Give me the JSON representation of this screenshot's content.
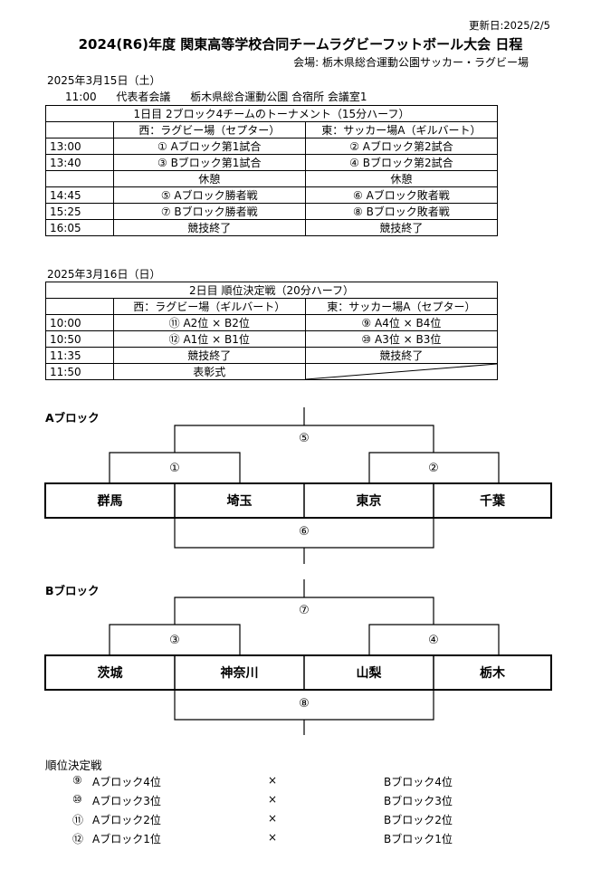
{
  "header": {
    "updated": "更新日:2025/2/5",
    "title": "2024(R6)年度 関東高等学校合同チームラグビーフットボール大会 日程",
    "venue": "会場: 栃木県総合運動公園サッカー・ラグビー場"
  },
  "day1": {
    "date": "2025年3月15日（土）",
    "meeting": {
      "time": "11:00",
      "name": "代表者会議",
      "place": "栃木県総合運動公園 合宿所 会議室1"
    },
    "caption": "1日目 2ブロック4チームのトーナメント（15分ハーフ）",
    "west": "西：ラグビー場（セプター）",
    "east": "東：サッカー場A（ギルバート）",
    "rows": [
      {
        "time": "13:00",
        "west": "① Aブロック第1試合",
        "east": "② Aブロック第2試合"
      },
      {
        "time": "13:40",
        "west": "③ Bブロック第1試合",
        "east": "④ Bブロック第2試合"
      },
      {
        "time": "",
        "west": "休憩",
        "east": "休憩"
      },
      {
        "time": "14:45",
        "west": "⑤ Aブロック勝者戦",
        "east": "⑥ Aブロック敗者戦"
      },
      {
        "time": "15:25",
        "west": "⑦ Bブロック勝者戦",
        "east": "⑧ Bブロック敗者戦"
      },
      {
        "time": "16:05",
        "west": "競技終了",
        "east": "競技終了"
      }
    ]
  },
  "day2": {
    "date": "2025年3月16日（日）",
    "caption": "2日目 順位決定戦（20分ハーフ）",
    "west": "西：ラグビー場（ギルバート）",
    "east": "東：サッカー場A（セプター）",
    "rows": [
      {
        "time": "10:00",
        "west": "⑪ A2位 × B2位",
        "east": "⑨ A4位 × B4位"
      },
      {
        "time": "10:50",
        "west": "⑫ A1位 × B1位",
        "east": "⑩ A3位 × B3位"
      },
      {
        "time": "11:35",
        "west": "競技終了",
        "east": "競技終了"
      },
      {
        "time": "11:50",
        "west": "表彰式",
        "east": ""
      }
    ]
  },
  "blockA": {
    "title": "Aブロック",
    "teams": [
      "群馬",
      "埼玉",
      "東京",
      "千葉"
    ],
    "m1": "①",
    "m2": "②",
    "m5": "⑤",
    "m6": "⑥"
  },
  "blockB": {
    "title": "Bブロック",
    "teams": [
      "茨城",
      "神奈川",
      "山梨",
      "栃木"
    ],
    "m3": "③",
    "m4": "④",
    "m7": "⑦",
    "m8": "⑧"
  },
  "ranking": {
    "title": "順位決定戦",
    "rows": [
      {
        "num": "⑨",
        "a": "Aブロック4位",
        "vs": "×",
        "b": "Bブロック4位"
      },
      {
        "num": "⑩",
        "a": "Aブロック3位",
        "vs": "×",
        "b": "Bブロック3位"
      },
      {
        "num": "⑪",
        "a": "Aブロック2位",
        "vs": "×",
        "b": "Bブロック2位"
      },
      {
        "num": "⑫",
        "a": "Aブロック1位",
        "vs": "×",
        "b": "Bブロック1位"
      }
    ]
  }
}
